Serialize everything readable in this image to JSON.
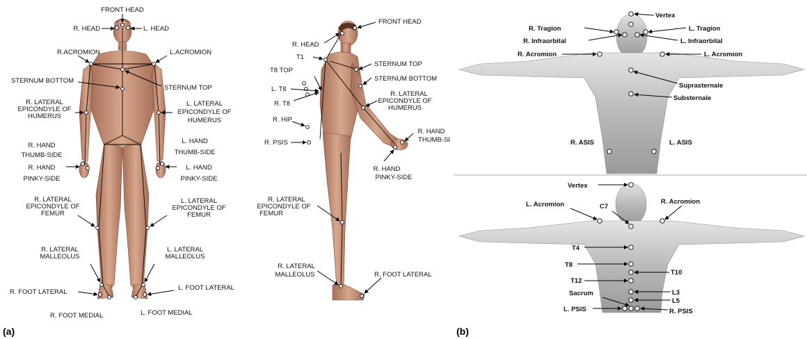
{
  "panels": {
    "a": "(a)",
    "b": "(b)"
  },
  "front_figure": {
    "front_head": "FRONT HEAD",
    "r_head": "R. HEAD",
    "l_head": "L. HEAD",
    "r_acromion": "R.ACROMION",
    "l_acromion": "L.ACROMION",
    "sternum_bottom": "STERNUM BOTTOM",
    "sternum_top": "STERNUM TOP",
    "r_lat_epi_humerus": [
      "R. LATERAL",
      "EPICONDYLE OF",
      "HUMERUS"
    ],
    "l_lat_epi_humerus": [
      "L. LATERAL",
      "EPICONDYLE OF",
      "HUMERUS"
    ],
    "r_hand_thumb": [
      "R. HAND",
      "THUMB-SIDE"
    ],
    "l_hand_thumb": [
      "L. HAND",
      "THUMB-SIDE"
    ],
    "r_hand_pinky": [
      "R. HAND",
      "PINKY-SIDE"
    ],
    "l_hand_pinky": [
      "L. HAND",
      "PINKY-SIDE"
    ],
    "r_lat_epi_femur": [
      "R. LATERAL",
      "EPICONDYLE OF",
      "FEMUR"
    ],
    "l_lat_epi_femur": [
      "L. LATERAL",
      "EPICONDYLE OF",
      "FEMUR"
    ],
    "r_lat_malleolus": [
      "R. LATERAL",
      "MALLEOLUS"
    ],
    "l_lat_malleolus": [
      "L. LATERAL",
      "MALLEOLUS"
    ],
    "r_foot_lateral": "R. FOOT LATERAL",
    "l_foot_lateral": "L. FOOT LATERAL",
    "r_foot_medial": "R. FOOT MEDIAL",
    "l_foot_medial": "L. FOOT MEDIAL"
  },
  "side_figure": {
    "front_head": "FRONT HEAD",
    "r_head": "R. HEAD",
    "t1": "T1",
    "sternum_top": "STERNUM TOP",
    "sternum_bottom": "STERNUM BOTTOM",
    "t8_top": "T8 TOP",
    "l_t8": "L. T8",
    "r_t8": "R. T8",
    "r_lat_epi_humerus": [
      "R. LATERAL",
      "EPICONDYLE OF",
      "HUMERUS"
    ],
    "r_hip": "R. HIP",
    "r_psis": "R. PSIS",
    "r_hand_thumb": [
      "R. HAND",
      "THUMB-SI"
    ],
    "r_hand_pinky": [
      "R. HAND",
      "PINKY-SIDE"
    ],
    "r_lat_epi_femur": [
      "R. LATERAL",
      "EPICONDYLE OF",
      "FEMUR"
    ],
    "r_lat_malleolus": [
      "R. LATERAL",
      "MALLEOLUS"
    ],
    "r_foot_lateral": "R. FOOT LATERAL"
  },
  "mannequin_front": {
    "vertex": "Vertex",
    "r_tragion": "R. Tragion",
    "l_tragion": "L. Tragion",
    "r_infraorbital": "R. Infraorbital",
    "l_infraorbital": "L. Infraorbital",
    "r_acromion": "R. Acromion",
    "l_acromion": "L. Acromion",
    "suprasternale": "Suprasternale",
    "substernale": "Substernale",
    "r_asis": "R. ASIS",
    "l_asis": "L. ASIS"
  },
  "mannequin_back": {
    "vertex": "Vertex",
    "l_acromion": "L. Acromion",
    "c7": "C7",
    "r_acromion": "R. Acromion",
    "t4": "T4",
    "t8": "T8",
    "t10": "T10",
    "t12": "T12",
    "l3": "L3",
    "sacrum": "Sacrum",
    "l5": "L5",
    "l_psis": "L. PSIS",
    "r_psis": "R. PSIS"
  },
  "colors": {
    "skin": "#c9957a",
    "skin_dark": "#a56e58",
    "hair": "#5a3220",
    "mannequin": "#bfbfbf",
    "mannequin_dark": "#8c8c8c"
  }
}
